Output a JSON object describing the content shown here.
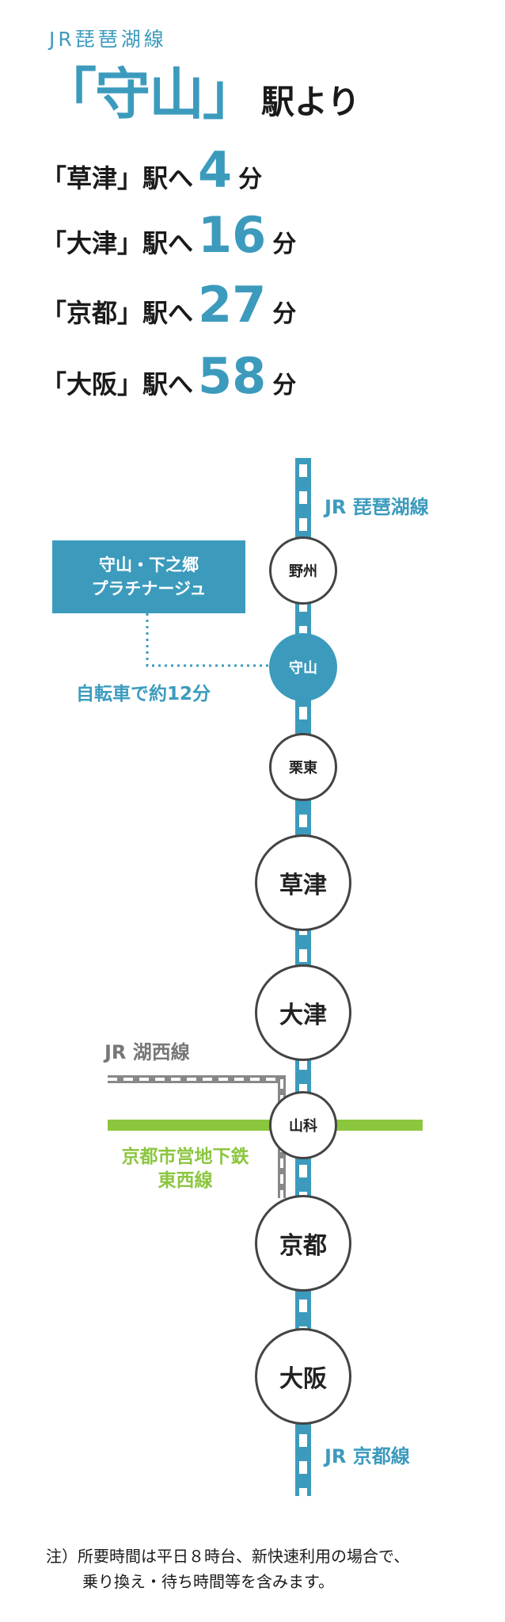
{
  "header": {
    "line_name": "JR琵琶湖線",
    "station_quoted": "「守山」",
    "station_suffix": "駅より"
  },
  "times": [
    {
      "dest": "「草津」駅へ",
      "minutes": "4",
      "unit": "分"
    },
    {
      "dest": "「大津」駅へ",
      "minutes": "16",
      "unit": "分"
    },
    {
      "dest": "「京都」駅へ",
      "minutes": "27",
      "unit": "分"
    },
    {
      "dest": "「大阪」駅へ",
      "minutes": "58",
      "unit": "分"
    }
  ],
  "map": {
    "line_top": "JR 琵琶湖線",
    "line_bottom": "JR 京都線",
    "line_kosei": "JR 湖西線",
    "subway": {
      "line1": "京都市営地下鉄",
      "line2": "東西線"
    },
    "facility": {
      "line1": "守山・下之郷",
      "line2": "プラチナージュ"
    },
    "bike_access": "自転車で約12分",
    "stations": {
      "yasu": "野州",
      "moriyama": "守山",
      "rittou": "栗東",
      "kusatsu": "草津",
      "otsu": "大津",
      "yamashina": "山科",
      "kyoto": "京都",
      "osaka": "大阪"
    },
    "colors": {
      "jr_line": "#3c9bbd",
      "kosei_line": "#888888",
      "subway_line": "#8cc63f",
      "station_border": "#444444"
    }
  },
  "note": {
    "line1": "注）所要時間は平日８時台、新快速利用の場合で、",
    "line2": "乗り換え・待ち時間等を含みます。"
  }
}
